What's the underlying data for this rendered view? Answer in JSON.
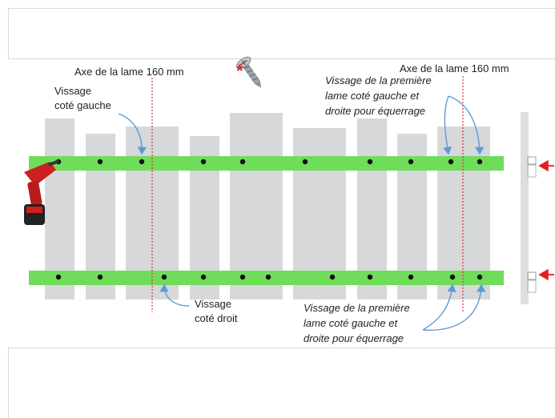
{
  "labels": {
    "axis_left": "Axe de la lame 160 mm",
    "axis_right": "Axe de la lame 160 mm",
    "screw_left_line1": "Vissage",
    "screw_left_line2": "coté gauche",
    "screw_right_line1": "Vissage",
    "screw_right_line2": "coté droit",
    "first_top_line1": "Vissage de la première",
    "first_top_line2": "lame coté gauche et",
    "first_top_line3": "droite pour équerrage",
    "first_bottom_line1": "Vissage de la première",
    "first_bottom_line2": "lame coté gauche et",
    "first_bottom_line3": "droite pour équerrage",
    "asterisk": "*"
  },
  "colors": {
    "plank": "#d6d8da",
    "rail": "#6fdc5a",
    "axis_line": "#e03030",
    "annotation_arrow": "#5b9bd5",
    "side_arrow": "#e02020",
    "drill_body": "#cc1f1f"
  },
  "icons": [
    "screw-icon",
    "drill-icon"
  ]
}
